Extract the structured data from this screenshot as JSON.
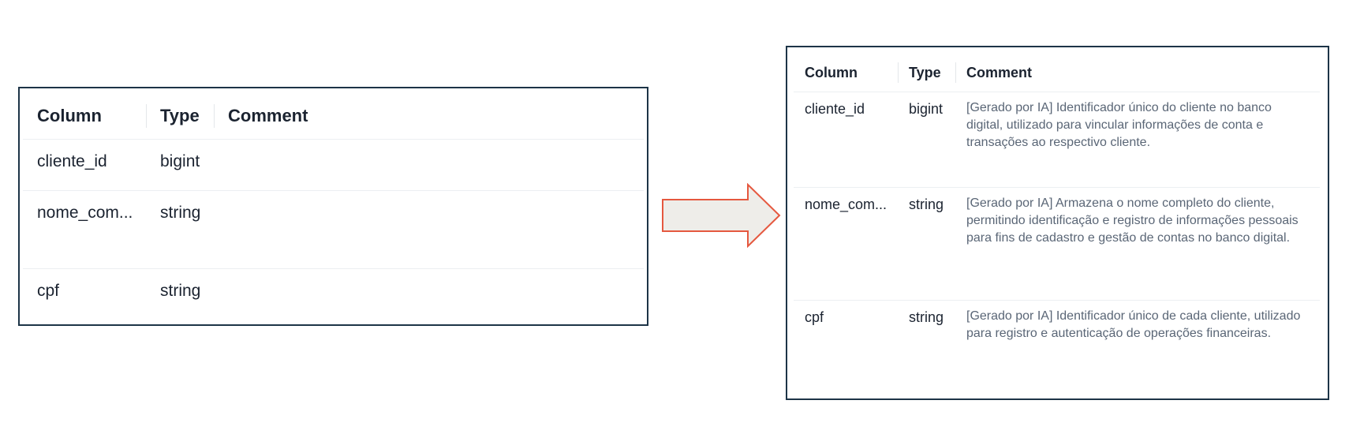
{
  "before": {
    "headers": [
      "Column",
      "Type",
      "Comment"
    ],
    "rows": [
      {
        "column": "cliente_id",
        "type": "bigint",
        "comment": ""
      },
      {
        "column": "nome_com...",
        "type": "string",
        "comment": ""
      },
      {
        "column": "cpf",
        "type": "string",
        "comment": ""
      }
    ]
  },
  "after": {
    "headers": [
      "Column",
      "Type",
      "Comment"
    ],
    "rows": [
      {
        "column": "cliente_id",
        "type": "bigint",
        "comment": "[Gerado por IA] Identificador único do cliente no banco digital, utilizado para vincular informações de conta e transações ao respectivo cliente."
      },
      {
        "column": "nome_com...",
        "type": "string",
        "comment": "[Gerado por IA] Armazena o nome completo do cliente, permitindo identificação e registro de informações pessoais para fins de cadastro e gestão de contas no banco digital."
      },
      {
        "column": "cpf",
        "type": "string",
        "comment": "[Gerado por IA] Identificador único de cada cliente, utilizado para registro e autenticação de operações financeiras."
      }
    ]
  },
  "colors": {
    "panel_border": "#1d3447",
    "arrow_fill": "#eeede9",
    "arrow_stroke": "#e5583f",
    "comment_text": "#5a6676"
  },
  "icons": {
    "arrow": "arrow-right-icon"
  }
}
